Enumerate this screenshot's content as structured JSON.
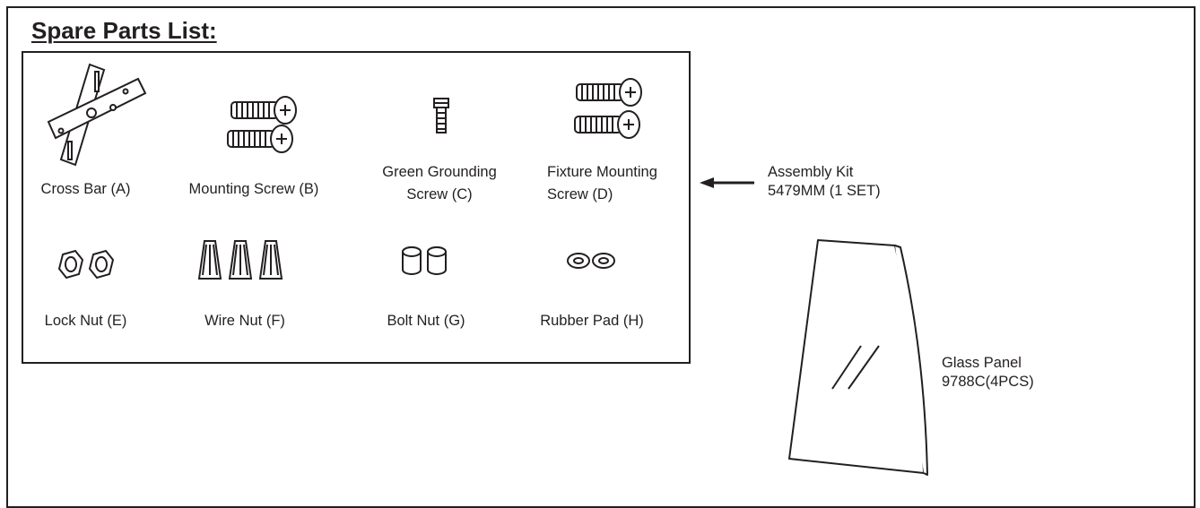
{
  "title": "Spare Parts List:",
  "parts": {
    "a": "Cross Bar (A)",
    "b": "Mounting Screw (B)",
    "c_line1": "Green Grounding",
    "c_line2": "Screw (C)",
    "d_line1": "Fixture Mounting",
    "d_line2": "Screw (D)",
    "e": "Lock Nut (E)",
    "f": "Wire Nut (F)",
    "g": "Bolt Nut (G)",
    "h": "Rubber Pad (H)"
  },
  "assembly_kit": {
    "line1": "Assembly Kit",
    "line2": "5479MM (1 SET)"
  },
  "glass_panel": {
    "line1": "Glass Panel",
    "line2": "9788C(4PCS)"
  }
}
